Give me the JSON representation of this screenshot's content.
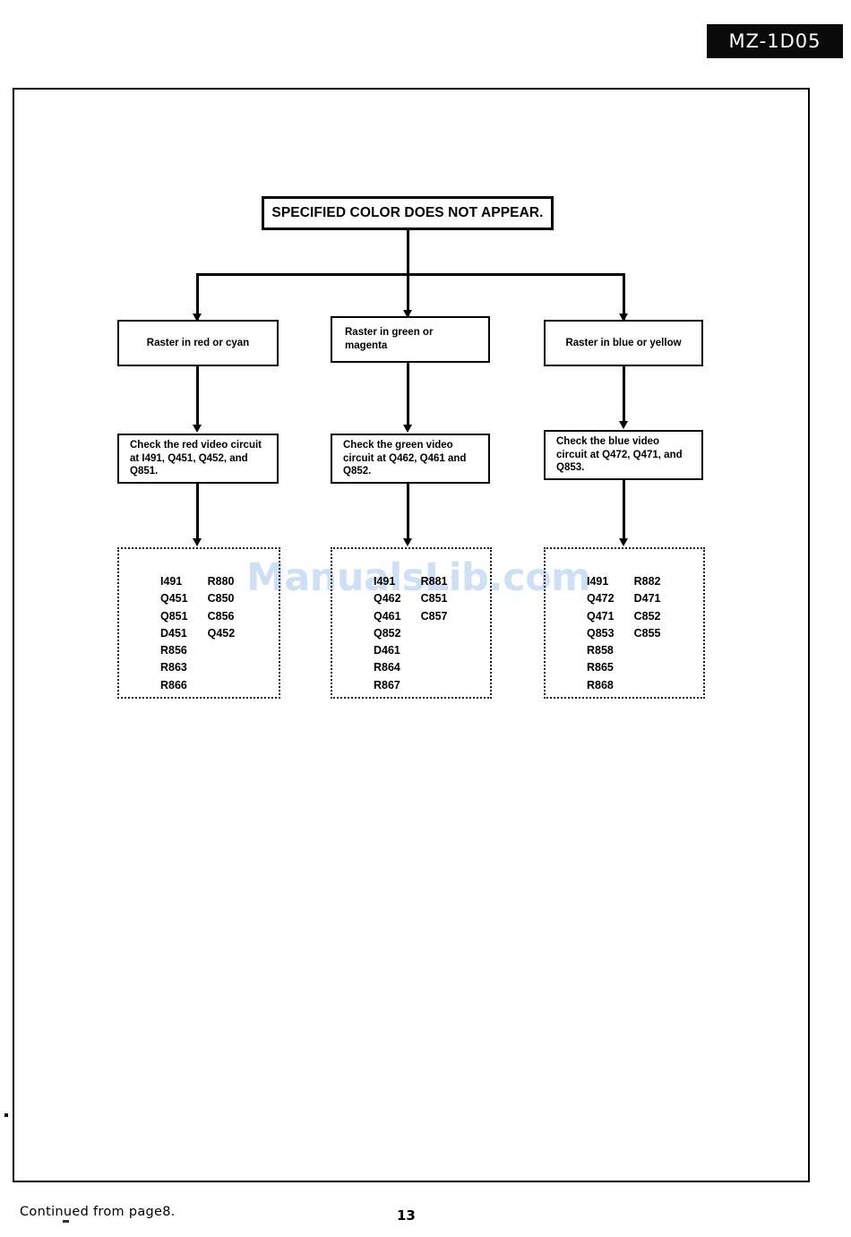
{
  "header": {
    "model": "MZ-1D05"
  },
  "watermark": {
    "text": "ManualsLib.com"
  },
  "flowchart": {
    "title": "SPECIFIED COLOR DOES NOT APPEAR.",
    "branches": [
      {
        "condition": "Raster in red or cyan",
        "action": "Check the red video circuit at I491, Q451, Q452, and Q851.",
        "parts_col1": [
          "I491",
          "Q451",
          "Q851",
          "D451",
          "R856",
          "R863",
          "R866"
        ],
        "parts_col2": [
          "R880",
          "C850",
          "C856",
          "Q452"
        ]
      },
      {
        "condition": "Raster in green or magenta",
        "action": "Check the green video circuit at Q462, Q461 and Q852.",
        "parts_col1": [
          "I491",
          "Q462",
          "Q461",
          "Q852",
          "D461",
          "R864",
          "R867"
        ],
        "parts_col2": [
          "R881",
          "C851",
          "C857"
        ]
      },
      {
        "condition": "Raster in blue or yellow",
        "action": "Check the blue video circuit at Q472, Q471, and Q853.",
        "parts_col1": [
          "I491",
          "Q472",
          "Q471",
          "Q853",
          "R858",
          "R865",
          "R868"
        ],
        "parts_col2": [
          "R882",
          "D471",
          "C852",
          "C855"
        ]
      }
    ]
  },
  "footer": {
    "continued": "Continued from page8.",
    "page_number": "13"
  }
}
